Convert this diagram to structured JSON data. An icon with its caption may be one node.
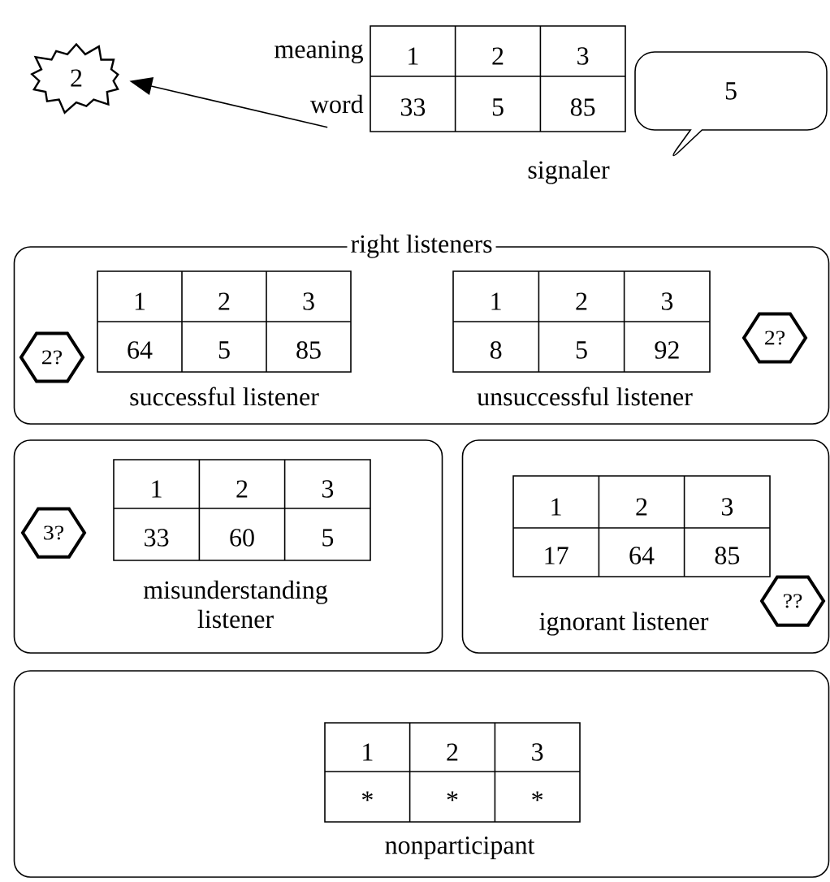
{
  "diagram": {
    "nodes": [
      {
        "text": [
          "2"
        ]
      },
      {
        "text": [
          "1",
          "2",
          "3",
          "33",
          "5",
          "85"
        ],
        "beside": [
          "meaning",
          "word",
          "signaler"
        ]
      },
      {
        "text": [
          "5"
        ]
      },
      {
        "text": [
          "right listeners"
        ]
      },
      {
        "text": [
          "2?"
        ],
        "in": 3
      },
      {
        "text": [
          "1",
          "2",
          "3",
          "64",
          "5",
          "85"
        ],
        "beside": [
          "successful listener"
        ],
        "in": 3
      },
      {
        "text": [
          "1",
          "2",
          "3",
          "8",
          "5",
          "92"
        ],
        "beside": [
          "unsuccessful listener"
        ],
        "in": 3
      },
      {
        "text": [
          "2?"
        ],
        "in": 3
      },
      {
        "text": [],
        "shape": "box"
      },
      {
        "text": [
          "3?"
        ],
        "in": 8
      },
      {
        "text": [
          "1",
          "2",
          "3",
          "33",
          "60",
          "5"
        ],
        "beside": [
          "misunderstanding listener"
        ],
        "in": 8
      },
      {
        "text": [],
        "shape": "box"
      },
      {
        "text": [
          "1",
          "2",
          "3",
          "17",
          "64",
          "85"
        ],
        "beside": [
          "ignorant listener"
        ],
        "in": 11
      },
      {
        "text": [
          "??"
        ],
        "in": 11
      },
      {
        "text": [],
        "shape": "box"
      },
      {
        "text": [
          "1",
          "2",
          "3",
          "*",
          "*",
          "*"
        ],
        "beside": [
          "nonparticipant"
        ],
        "in": 14
      }
    ],
    "edges": [
      {
        "from": 1,
        "to": 0,
        "arrow": "to"
      }
    ]
  }
}
